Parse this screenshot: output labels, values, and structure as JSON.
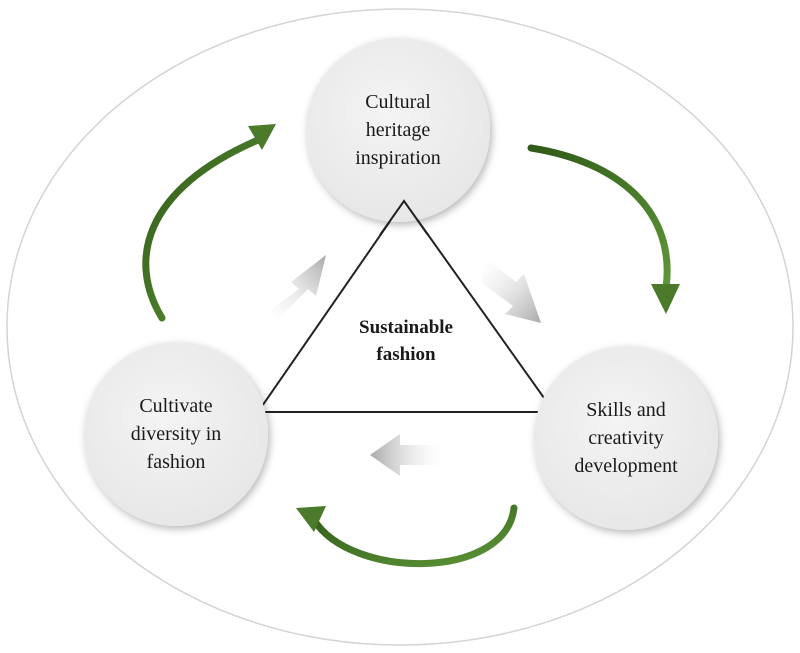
{
  "diagram": {
    "nodes": {
      "top": {
        "lines": [
          "Cultural",
          "heritage",
          "inspiration"
        ]
      },
      "right": {
        "lines": [
          "Skills and",
          "creativity",
          "development"
        ]
      },
      "left": {
        "lines": [
          "Cultivate",
          "diversity in",
          "fashion"
        ]
      }
    },
    "center": {
      "lines": [
        "Sustainable",
        "fashion"
      ]
    },
    "colors": {
      "node_fill": "#eeeeee",
      "outer_ellipse_stroke": "#d4d4d4",
      "triangle_stroke": "#222222",
      "cycle_arrow": "#4a7a2a",
      "inner_arrow": "#bdbdbd"
    }
  }
}
